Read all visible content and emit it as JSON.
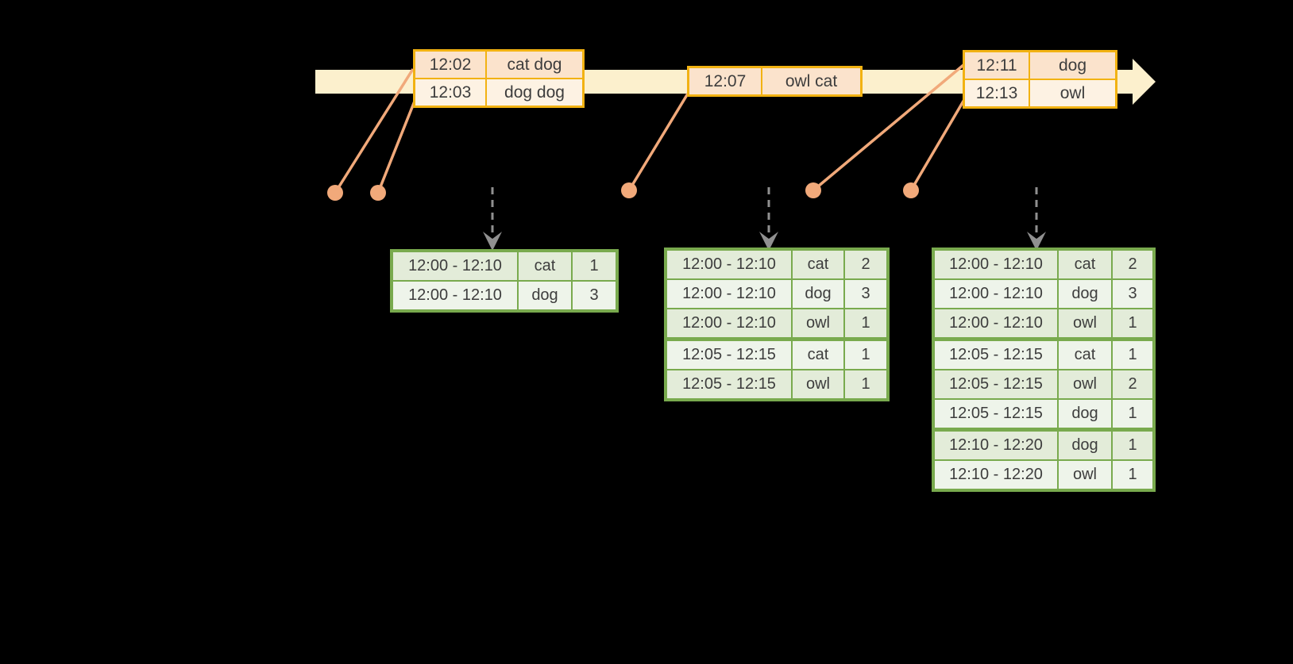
{
  "colors": {
    "background": "#000000",
    "timeline": "#fcf0cd",
    "event-border": "#f2b212",
    "event-row-dark": "#fbe3cc",
    "event-row-light": "#fdf2e3",
    "dot-orange": "#f1a97a",
    "arrow-gray": "#909090",
    "green-border": "#79aa4e",
    "green-row-dark": "#e3ecd9",
    "green-row-light": "#eef4ea",
    "text": "#3d3d3d"
  },
  "event_tables": [
    {
      "rows": [
        {
          "time": "12:02",
          "words": "cat dog"
        },
        {
          "time": "12:03",
          "words": "dog dog"
        }
      ]
    },
    {
      "rows": [
        {
          "time": "12:07",
          "words": "owl cat"
        }
      ]
    },
    {
      "rows": [
        {
          "time": "12:11",
          "words": "dog"
        },
        {
          "time": "12:13",
          "words": "owl"
        }
      ]
    }
  ],
  "result_tables": [
    {
      "rows": [
        {
          "window": "12:00 - 12:10",
          "word": "cat",
          "count": "1"
        },
        {
          "window": "12:00 - 12:10",
          "word": "dog",
          "count": "3"
        }
      ]
    },
    {
      "rows": [
        {
          "window": "12:00 - 12:10",
          "word": "cat",
          "count": "2"
        },
        {
          "window": "12:00 - 12:10",
          "word": "dog",
          "count": "3"
        },
        {
          "window": "12:00 - 12:10",
          "word": "owl",
          "count": "1"
        },
        {
          "window": "12:05 - 12:15",
          "word": "cat",
          "count": "1",
          "group_start": true
        },
        {
          "window": "12:05 - 12:15",
          "word": "owl",
          "count": "1"
        }
      ]
    },
    {
      "rows": [
        {
          "window": "12:00 - 12:10",
          "word": "cat",
          "count": "2"
        },
        {
          "window": "12:00 - 12:10",
          "word": "dog",
          "count": "3"
        },
        {
          "window": "12:00 - 12:10",
          "word": "owl",
          "count": "1"
        },
        {
          "window": "12:05 - 12:15",
          "word": "cat",
          "count": "1",
          "group_start": true
        },
        {
          "window": "12:05 - 12:15",
          "word": "owl",
          "count": "2"
        },
        {
          "window": "12:05 - 12:15",
          "word": "dog",
          "count": "1"
        },
        {
          "window": "12:10 - 12:20",
          "word": "dog",
          "count": "1",
          "group_start": true
        },
        {
          "window": "12:10 - 12:20",
          "word": "owl",
          "count": "1"
        }
      ]
    }
  ]
}
